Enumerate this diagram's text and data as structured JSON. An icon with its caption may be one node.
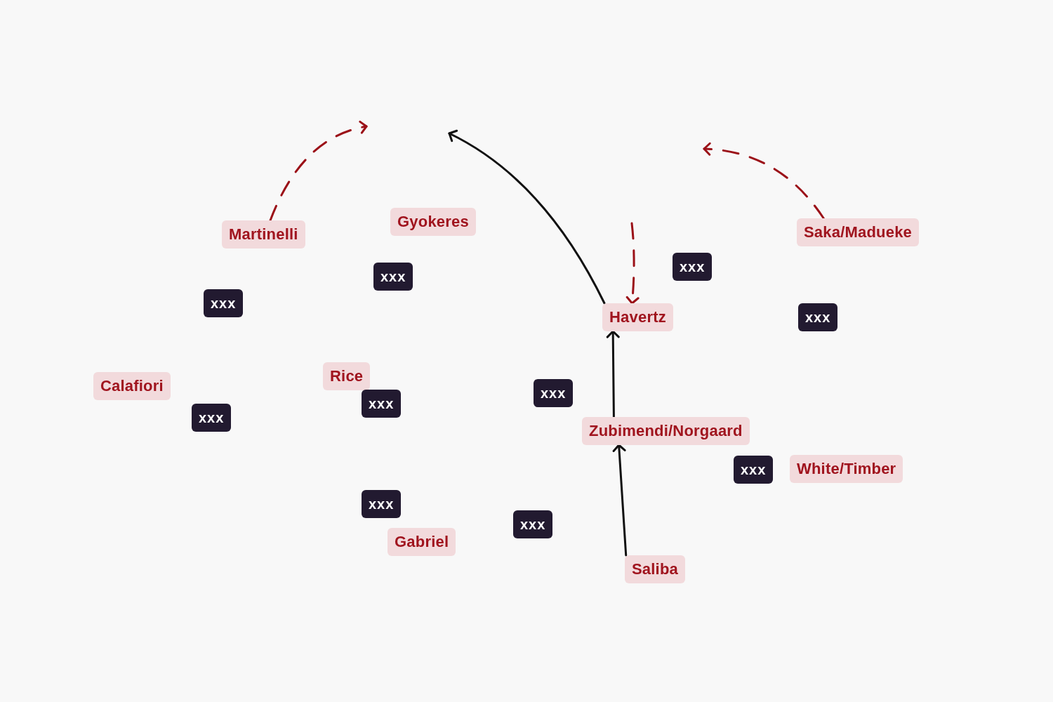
{
  "diagram": {
    "nodes": [
      {
        "text": [
          "Gyokeres"
        ]
      },
      {
        "text": [
          "Martinelli"
        ]
      },
      {
        "text": [
          "Saka/Madueke"
        ]
      },
      {
        "text": [
          "xxx"
        ]
      },
      {
        "text": [
          "xxx"
        ]
      },
      {
        "text": [
          "xxx"
        ]
      },
      {
        "text": [
          "Havertz"
        ]
      },
      {
        "text": [
          "xxx"
        ]
      },
      {
        "text": [
          "Rice"
        ]
      },
      {
        "text": [
          "Calafiori"
        ]
      },
      {
        "text": [
          "xxx"
        ]
      },
      {
        "text": [
          "xxx"
        ]
      },
      {
        "text": [
          "xxx"
        ]
      },
      {
        "text": [
          "Zubimendi/Norgaard"
        ]
      },
      {
        "text": [
          "xxx"
        ]
      },
      {
        "text": [
          "White/Timber"
        ]
      },
      {
        "text": [
          "xxx"
        ]
      },
      {
        "text": [
          "xxx"
        ]
      },
      {
        "text": [
          "Gabriel"
        ]
      },
      {
        "text": [
          "Saliba"
        ]
      }
    ],
    "edges": [
      {
        "from": 1,
        "to": null,
        "arrow": "to",
        "style": "dashed",
        "color": "#9b1118"
      },
      {
        "from": 6,
        "to": null,
        "arrow": "to",
        "color": "#111111"
      },
      {
        "from": 2,
        "to": null,
        "arrow": "to",
        "style": "dashed",
        "color": "#9b1118"
      },
      {
        "from": null,
        "to": 6,
        "arrow": "to",
        "style": "dashed",
        "color": "#9b1118"
      },
      {
        "from": 13,
        "to": 6,
        "arrow": "to",
        "color": "#111111"
      },
      {
        "from": 19,
        "to": 13,
        "arrow": "to",
        "color": "#111111"
      }
    ]
  }
}
